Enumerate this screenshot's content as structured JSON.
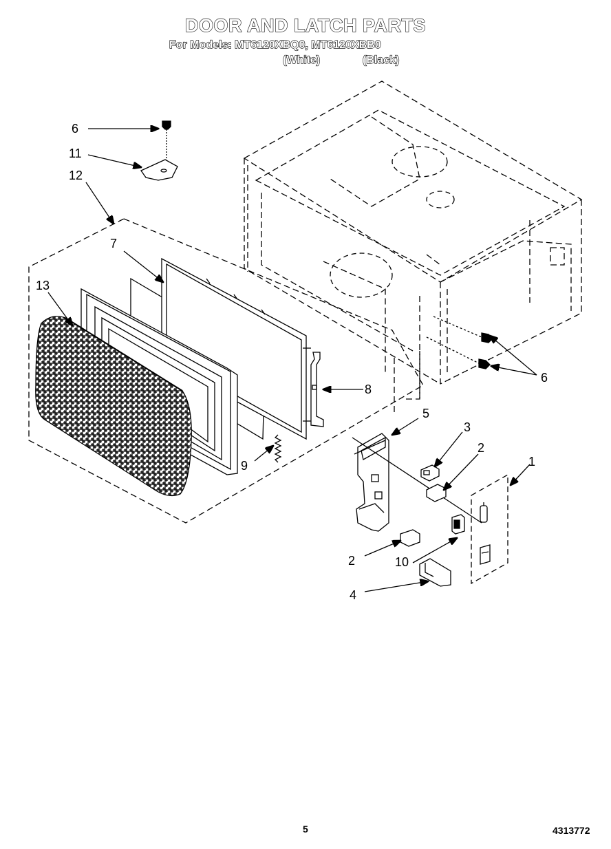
{
  "header": {
    "title": "DOOR AND LATCH PARTS",
    "subtitle": "For Models: MT6120XBQ0, MT6120XBB0",
    "variant_white": "(White)",
    "variant_black": "(Black)"
  },
  "callouts": {
    "c1": "1",
    "c2a": "2",
    "c2b": "2",
    "c3": "3",
    "c4": "4",
    "c5": "5",
    "c6a": "6",
    "c6b": "6",
    "c7": "7",
    "c8": "8",
    "c9": "9",
    "c10": "10",
    "c11": "11",
    "c12": "12",
    "c13": "13"
  },
  "footer": {
    "page_number": "5",
    "document_number": "4313772"
  }
}
